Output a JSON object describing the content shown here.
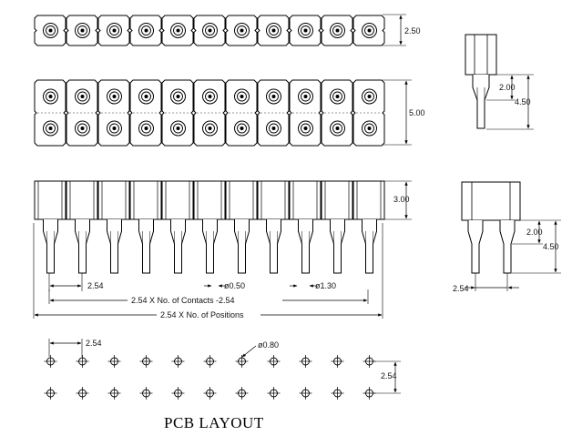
{
  "drawing": {
    "contacts": 11,
    "pitch_mm": "2.54",
    "labels": {
      "top_single_row_height": "2.50",
      "top_double_row_height": "5.00",
      "front_body_height": "3.00",
      "side_single_tail_length": "2.00",
      "side_single_total_height": "4.50",
      "side_double_tail_length": "2.00",
      "side_double_total_height": "4.50",
      "side_double_pitch": "2.54",
      "front_pin_pitch": "2.54",
      "pin_diameter": "ø0.50",
      "collar_diameter": "ø1.30",
      "contacts_formula": "2.54 X No. of Contacts -2.54",
      "positions_formula": "2.54 X No. of Positions",
      "pcb_pitch_x": "2.54",
      "pcb_hole_diameter": "ø0.80",
      "pcb_pitch_y": "2.54"
    },
    "pcb_title": "PCB LAYOUT"
  }
}
